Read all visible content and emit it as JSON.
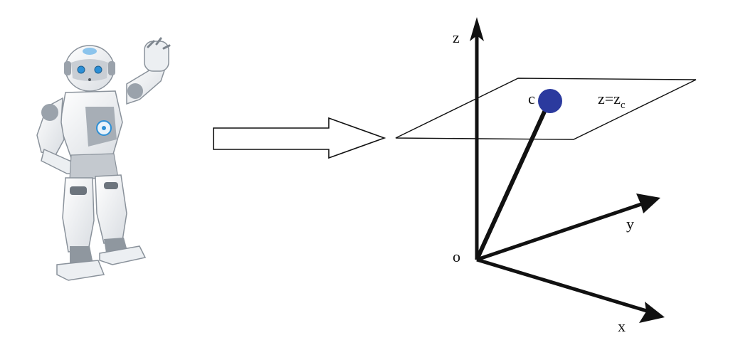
{
  "colors": {
    "robot_white": "#f2f4f6",
    "robot_grey": "#9aa2ab",
    "robot_dark": "#4f565e",
    "eye_blue": "#2c8fd6",
    "ball": "#2b3a9e",
    "ink": "#111111"
  },
  "figure": {
    "robot": {
      "icon": "nao-humanoid-robot"
    },
    "arrow": {
      "icon": "hollow-right-arrow"
    },
    "axes": {
      "z_label": "z",
      "y_label": "y",
      "x_label": "x",
      "origin_label": "o"
    },
    "plane": {
      "label_main": "z=z",
      "label_sub": "c"
    },
    "point": {
      "label": "c"
    }
  }
}
